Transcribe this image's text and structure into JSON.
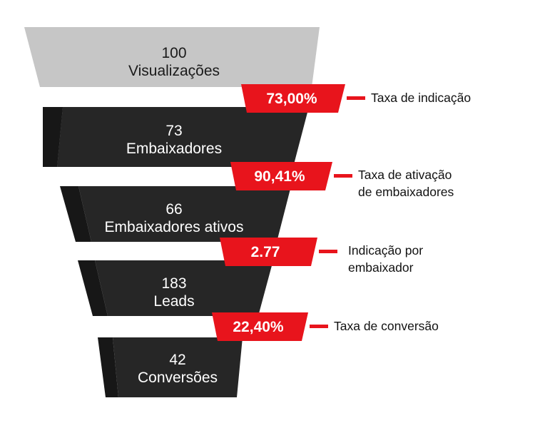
{
  "chart_data": {
    "type": "bar",
    "title": "",
    "xlabel": "",
    "ylabel": "",
    "chart_kind": "funnel",
    "categories": [
      "Visualizações",
      "Embaixadores",
      "Embaixadores ativos",
      "Leads",
      "Conversões"
    ],
    "values": [
      100,
      73,
      66,
      183,
      42
    ],
    "stages": [
      {
        "value": "100",
        "label": "Visualizações",
        "color": "#c6c6c6",
        "text_color": "#1a1a1a"
      },
      {
        "value": "73",
        "label": "Embaixadores",
        "color": "#262626",
        "text_color": "#ffffff"
      },
      {
        "value": "66",
        "label": "Embaixadores ativos",
        "color": "#262626",
        "text_color": "#ffffff"
      },
      {
        "value": "183",
        "label": "Leads",
        "color": "#262626",
        "text_color": "#ffffff"
      },
      {
        "value": "42",
        "label": "Conversões",
        "color": "#262626",
        "text_color": "#ffffff"
      }
    ],
    "annotations": [
      {
        "badge": "73,00%",
        "label_lines": [
          "Taxa de indicação"
        ]
      },
      {
        "badge": "90,41%",
        "label_lines": [
          "Taxa de ativação",
          "de embaixadores"
        ]
      },
      {
        "badge": "2.77",
        "label_lines": [
          "Indicação por",
          "embaixador"
        ]
      },
      {
        "badge": "22,40%",
        "label_lines": [
          "Taxa de conversão"
        ]
      }
    ],
    "legend_position": "right",
    "grid": false,
    "colors": {
      "accent_red": "#e8141c",
      "funnel_top": "#c6c6c6",
      "funnel_dark": "#262626",
      "funnel_shadow": "#171717",
      "label_text": "#121212",
      "background": "#ffffff"
    }
  }
}
